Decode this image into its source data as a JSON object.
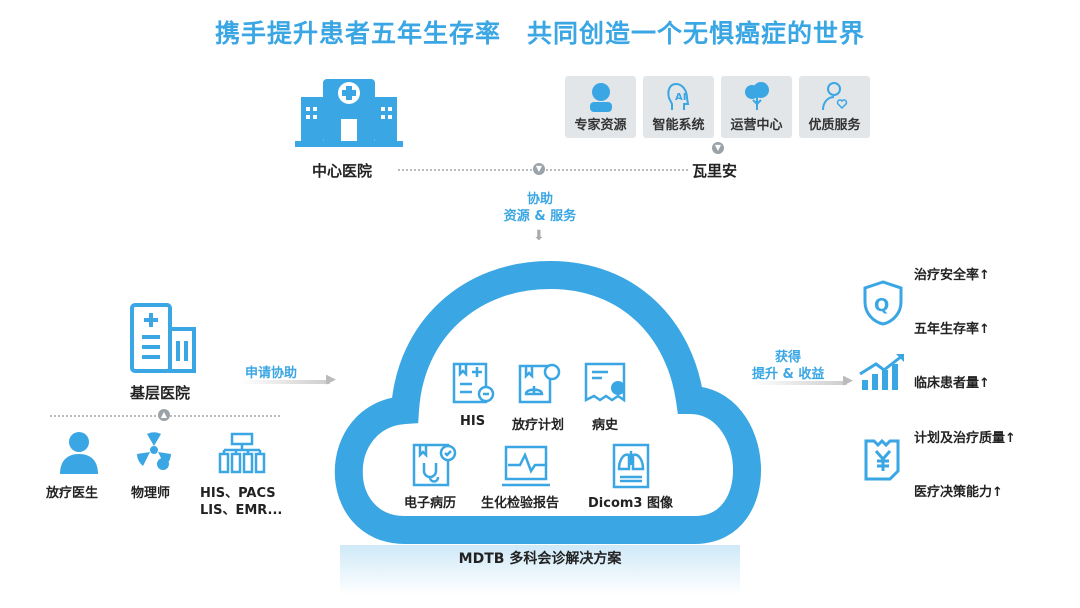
{
  "title": "携手提升患者五年生存率　共同创造一个无惧癌症的世界",
  "top": {
    "center_hospital": "中心医院",
    "varian": "瓦里安",
    "cards": [
      "专家资源",
      "智能系统",
      "运营中心",
      "优质服务"
    ],
    "assist": "协助",
    "assist2": "资源 & 服务"
  },
  "left": {
    "base_hospital": "基层医院",
    "apply": "申请协助",
    "items": [
      "放疗医生",
      "物理师",
      "HIS、PACS",
      "LIS、EMR..."
    ]
  },
  "cloud": {
    "items": [
      "HIS",
      "放疗计划",
      "病史",
      "电子病历",
      "生化检验报告",
      "Dicom3 图像"
    ],
    "caption": "MDTB 多科会诊解决方案"
  },
  "right": {
    "gain": "获得",
    "gain2": "提升 & 收益",
    "items": [
      "治疗安全率↑",
      "五年生存率↑",
      "临床患者量↑",
      "计划及治疗质量↑",
      "医疗决策能力↑"
    ]
  },
  "colors": {
    "accent": "#3aa6e3"
  }
}
